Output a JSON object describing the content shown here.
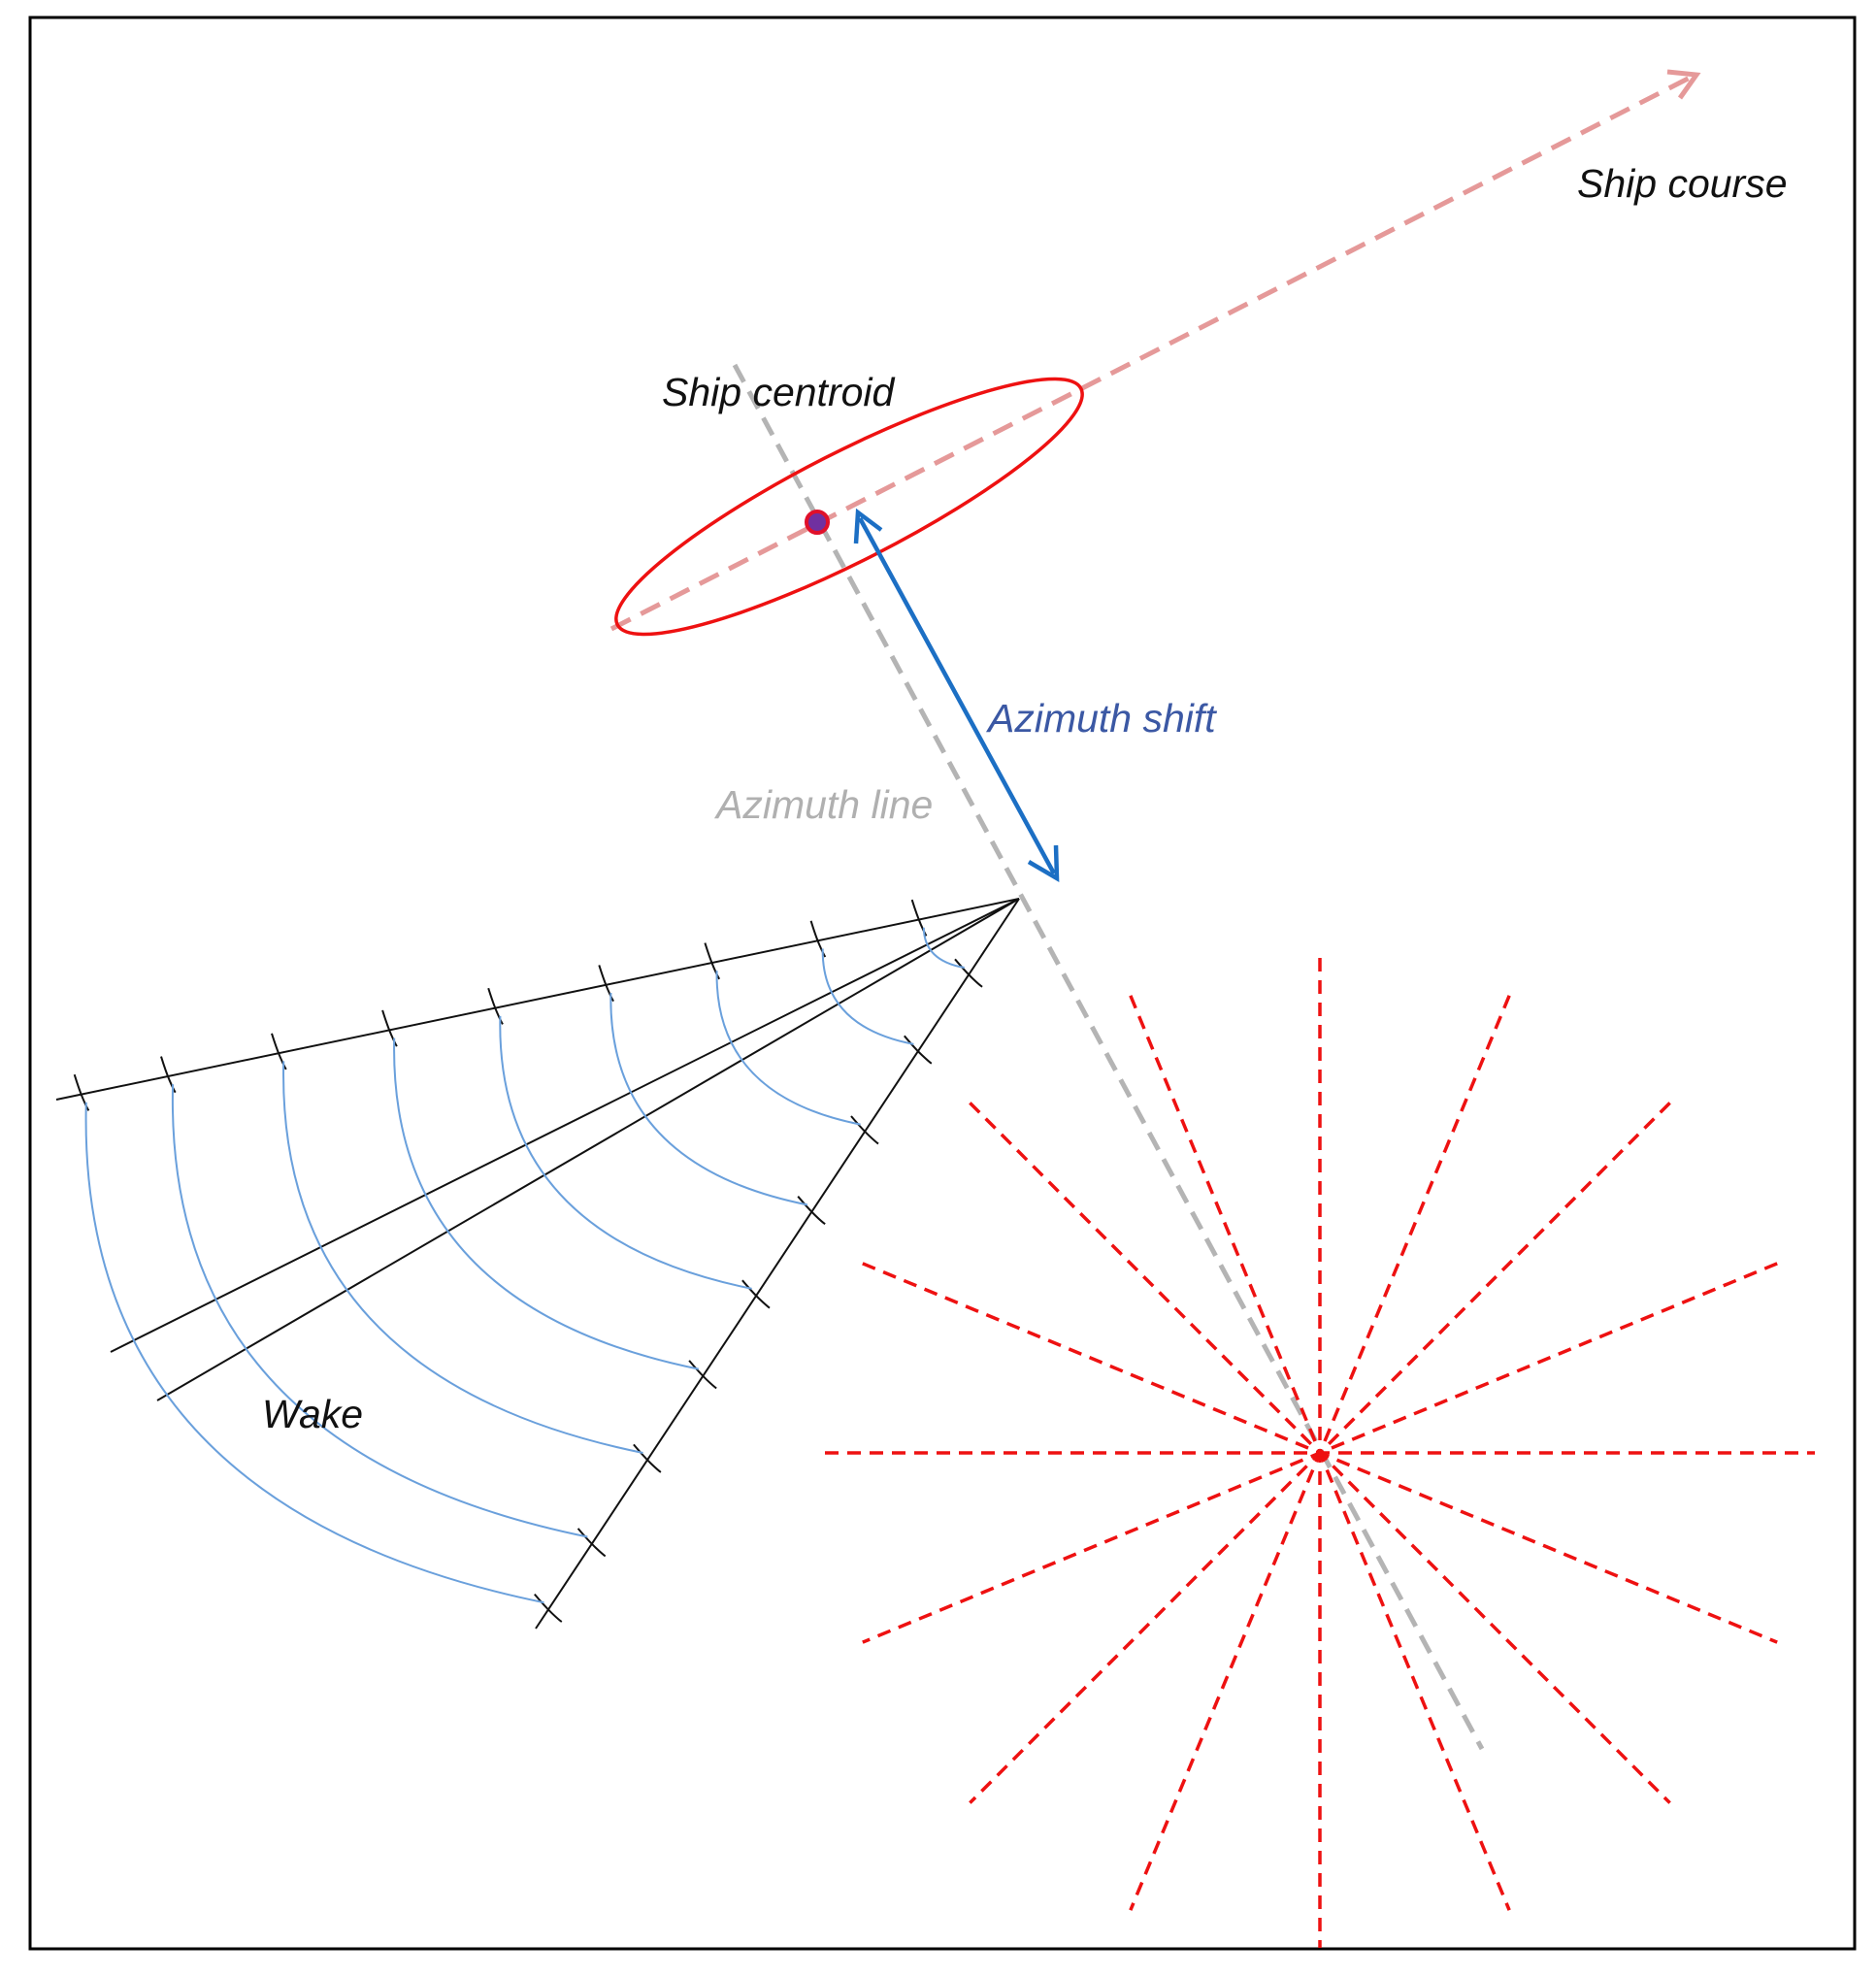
{
  "labels": {
    "ship_course": "Ship course",
    "ship_centroid": "Ship centroid",
    "azimuth_shift": "Azimuth shift",
    "azimuth_line": "Azimuth line",
    "wake": "Wake"
  },
  "colors": {
    "frame": "#000000",
    "ship_course_line": "#e59999",
    "ship_outline": "#ee1111",
    "centroid_fill": "#7030a0",
    "centroid_stroke": "#e0102a",
    "azimuth_line": "#b4b4b4",
    "azimuth_line_text": "#b0b0b0",
    "azimuth_shift_arrow": "#1c6fc4",
    "azimuth_shift_text": "#3b58a4",
    "wake_lines": "#111111",
    "wake_waves": "#6aa0dc",
    "sidelobes": "#ee1111",
    "text": "#111111"
  }
}
